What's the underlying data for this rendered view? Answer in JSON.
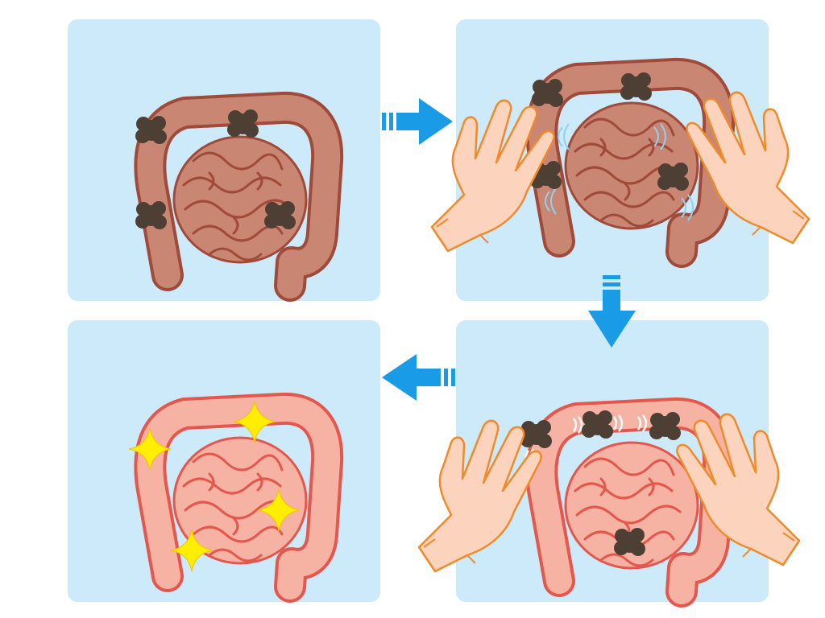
{
  "colors": {
    "page_background": "#ffffff",
    "panel_background": "#cdeafb",
    "arrow": "#1a9be6",
    "intestine_dirty": "#c98673",
    "intestine_dirty_outline": "#a04a3a",
    "intestine_clean": "#f6b2a3",
    "intestine_clean_outline": "#e4574c",
    "waste": "#4e3f35",
    "hand_skin": "#fcd3bd",
    "hand_outline": "#f08a2a",
    "sparkle": "#ffee00",
    "motion_lines": "#8fd1f4"
  },
  "steps": [
    {
      "name": "step-1",
      "state": "dirty-intestine",
      "waste_lumps": 4,
      "hands": false,
      "sparkles": 0
    },
    {
      "name": "step-2",
      "state": "massaging-intestine",
      "waste_lumps": 4,
      "hands": true,
      "sparkles": 0
    },
    {
      "name": "step-3",
      "state": "waste-moving-toward-exit",
      "waste_lumps": 4,
      "hands": true,
      "sparkles": 0
    },
    {
      "name": "step-4",
      "state": "clean-intestine",
      "waste_lumps": 0,
      "hands": false,
      "sparkles": 4
    }
  ],
  "flow": [
    {
      "from": "step-1",
      "to": "step-2",
      "direction": "right",
      "icon": "arrow-right-icon"
    },
    {
      "from": "step-2",
      "to": "step-3",
      "direction": "down",
      "icon": "arrow-down-icon"
    },
    {
      "from": "step-3",
      "to": "step-4",
      "direction": "left",
      "icon": "arrow-left-icon"
    }
  ]
}
